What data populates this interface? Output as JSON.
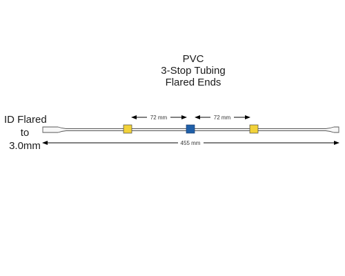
{
  "title": {
    "line1": "PVC",
    "line2": "3-Stop Tubing",
    "line3": "Flared Ends"
  },
  "id_label": {
    "line1": "ID Flared",
    "line2": "to",
    "line3": "3.0mm"
  },
  "dimensions": {
    "left_spacing": "72 mm",
    "right_spacing": "72 mm",
    "total_length": "455 mm"
  },
  "stops": [
    {
      "name": "left-stop",
      "color": "#f2d23a"
    },
    {
      "name": "center-stop",
      "color": "#1f5fa8"
    },
    {
      "name": "right-stop",
      "color": "#f2d23a"
    }
  ],
  "colors": {
    "tubing_outline": "#555555",
    "tubing_fill": "#f7f7f7",
    "dimension_line": "#000000"
  }
}
